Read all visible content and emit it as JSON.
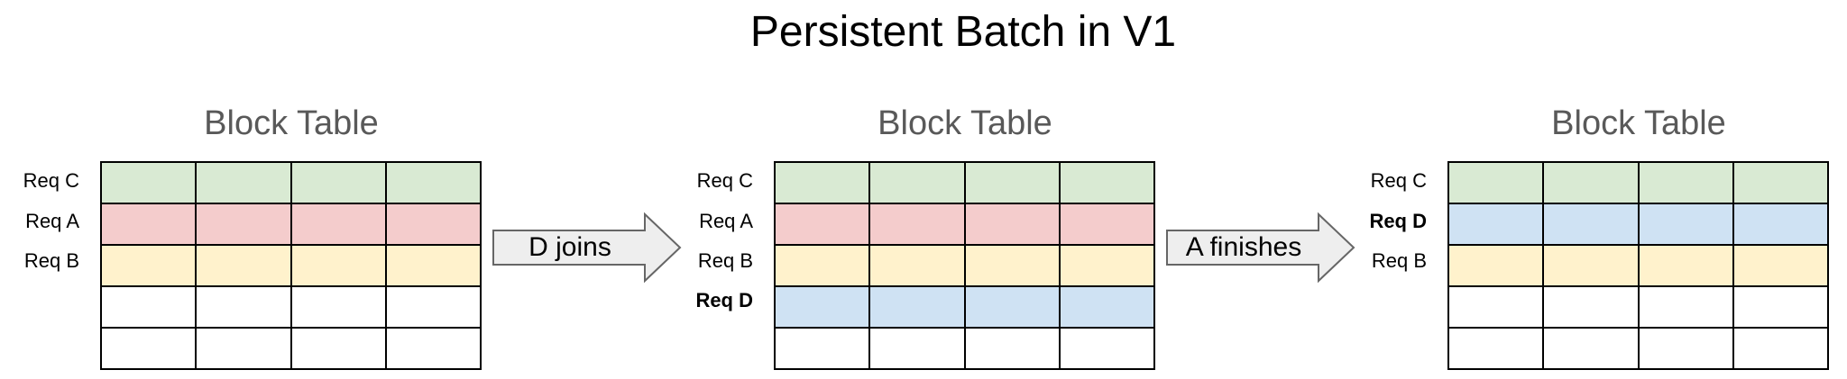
{
  "title": "Persistent Batch in V1",
  "colors": {
    "green": "#d9ead3",
    "red": "#f4cccc",
    "yellow": "#fff2cc",
    "blue": "#cfe2f3",
    "empty": "#ffffff",
    "arrow_fill": "#eeeeee",
    "arrow_stroke": "#666666"
  },
  "tables": [
    {
      "label": "Block Table",
      "rows": [
        {
          "label": "Req C",
          "bold": false,
          "color": "#d9ead3"
        },
        {
          "label": "Req A",
          "bold": false,
          "color": "#f4cccc"
        },
        {
          "label": "Req B",
          "bold": false,
          "color": "#fff2cc"
        },
        {
          "label": "",
          "bold": false,
          "color": "#ffffff"
        },
        {
          "label": "",
          "bold": false,
          "color": "#ffffff"
        }
      ]
    },
    {
      "label": "Block Table",
      "rows": [
        {
          "label": "Req C",
          "bold": false,
          "color": "#d9ead3"
        },
        {
          "label": "Req A",
          "bold": false,
          "color": "#f4cccc"
        },
        {
          "label": "Req B",
          "bold": false,
          "color": "#fff2cc"
        },
        {
          "label": "Req D",
          "bold": true,
          "color": "#cfe2f3"
        },
        {
          "label": "",
          "bold": false,
          "color": "#ffffff"
        }
      ]
    },
    {
      "label": "Block Table",
      "rows": [
        {
          "label": "Req C",
          "bold": false,
          "color": "#d9ead3"
        },
        {
          "label": "Req D",
          "bold": true,
          "color": "#cfe2f3"
        },
        {
          "label": "Req B",
          "bold": false,
          "color": "#fff2cc"
        },
        {
          "label": "",
          "bold": false,
          "color": "#ffffff"
        },
        {
          "label": "",
          "bold": false,
          "color": "#ffffff"
        }
      ]
    }
  ],
  "arrows": [
    {
      "label": "D joins"
    },
    {
      "label": "A finishes"
    }
  ]
}
